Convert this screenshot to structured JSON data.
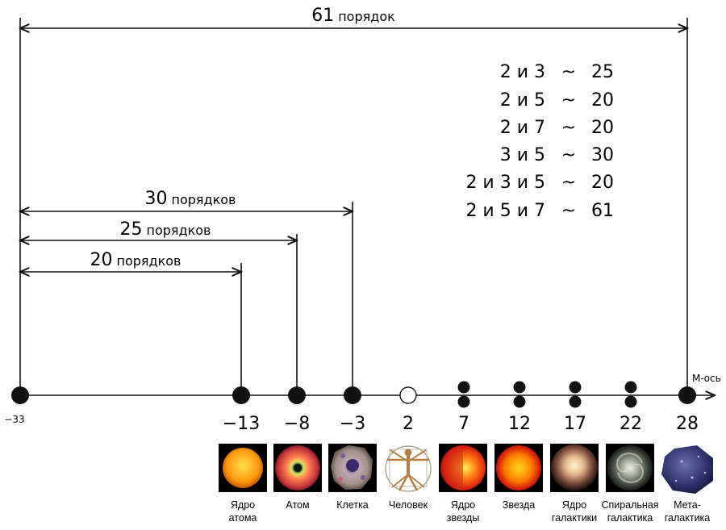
{
  "spans": [
    {
      "num": "61",
      "unit": "порядок"
    },
    {
      "num": "30",
      "unit": "порядков"
    },
    {
      "num": "25",
      "unit": "порядков"
    },
    {
      "num": "20",
      "unit": "порядков"
    }
  ],
  "ratios": [
    {
      "left": "2 и 3",
      "sym": "~",
      "right": "25"
    },
    {
      "left": "2 и 5",
      "sym": "~",
      "right": "20"
    },
    {
      "left": "2 и 7",
      "sym": "~",
      "right": "20"
    },
    {
      "left": "3 и 5",
      "sym": "~",
      "right": "30"
    },
    {
      "left": "2 и 3 и 5",
      "sym": "~",
      "right": "20"
    },
    {
      "left": "2 и 5 и 7",
      "sym": "~",
      "right": "61"
    }
  ],
  "axis": {
    "label": "М-ось",
    "left_end": "−33",
    "ticks": [
      "−13",
      "−8",
      "−3",
      "2",
      "7",
      "12",
      "17",
      "22",
      "28"
    ]
  },
  "objects": [
    {
      "line1": "Ядро",
      "line2": "атома",
      "icon": "nucleus-icon"
    },
    {
      "line1": "Атом",
      "line2": "",
      "icon": "atom-icon"
    },
    {
      "line1": "Клетка",
      "line2": "",
      "icon": "cell-icon"
    },
    {
      "line1": "Человек",
      "line2": "",
      "icon": "human-icon"
    },
    {
      "line1": "Ядро",
      "line2": "звезды",
      "icon": "star-core-icon"
    },
    {
      "line1": "Звезда",
      "line2": "",
      "icon": "star-icon"
    },
    {
      "line1": "Ядро",
      "line2": "галактики",
      "icon": "galaxy-core-icon"
    },
    {
      "line1": "Спиральная",
      "line2": "галактика",
      "icon": "spiral-galaxy-icon"
    },
    {
      "line1": "Мета-",
      "line2": "галактика",
      "icon": "metagalaxy-icon"
    }
  ]
}
